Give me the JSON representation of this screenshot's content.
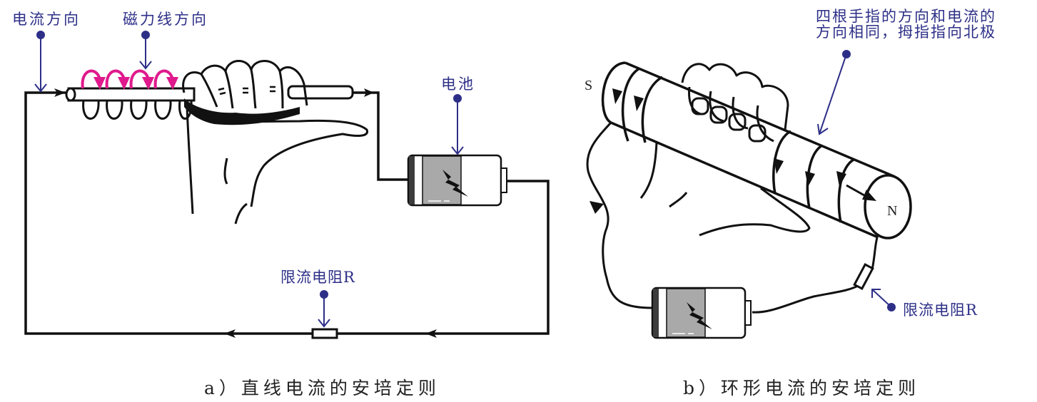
{
  "colors": {
    "label": "#2d2f87",
    "field_lines": "#e0198c",
    "wire": "#111111",
    "battery_gray": "#a9a9a9",
    "battery_dark": "#3c3c3c"
  },
  "panel_a": {
    "labels": {
      "current_direction": "电流方向",
      "field_line_direction": "磁力线方向",
      "battery": "电池",
      "resistor": "限流电阻R"
    },
    "caption": "a）直线电流的安培定则"
  },
  "panel_b": {
    "labels": {
      "rule_line1": "四根手指的方向和电流的",
      "rule_line2": "方向相同，拇指指向北极",
      "resistor": "限流电阻R"
    },
    "poles": {
      "south": "S",
      "north": "N"
    },
    "caption": "b）环形电流的安培定则"
  }
}
